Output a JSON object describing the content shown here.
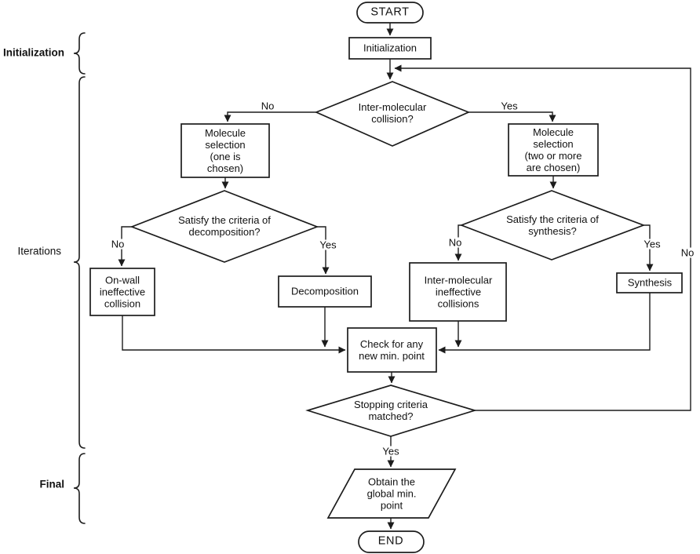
{
  "diagram": {
    "background_color": "#ffffff",
    "stroke_color": "#1c1c1c",
    "nodes": {
      "start": {
        "label": "START",
        "shape": "terminator"
      },
      "initialization": {
        "label": "Initialization",
        "shape": "process"
      },
      "inter_molecular_collision": {
        "label": "Inter-molecular\ncollision?",
        "shape": "decision"
      },
      "molecule_selection_one": {
        "label": "Molecule\nselection\n(one is\nchosen)",
        "shape": "process"
      },
      "molecule_selection_two": {
        "label": "Molecule\nselection\n(two or more\nare chosen)",
        "shape": "process"
      },
      "criteria_decomposition": {
        "label": "Satisfy the criteria of\ndecomposition?",
        "shape": "decision"
      },
      "on_wall_ineffective_collision": {
        "label": "On-wall\nineffective\ncollision",
        "shape": "process"
      },
      "decomposition": {
        "label": "Decomposition",
        "shape": "process"
      },
      "criteria_synthesis": {
        "label": "Satisfy the criteria of\nsynthesis?",
        "shape": "decision"
      },
      "inter_molecular_ineffective_collisions": {
        "label": "Inter-molecular\nineffective\ncollisions",
        "shape": "process"
      },
      "synthesis": {
        "label": "Synthesis",
        "shape": "process"
      },
      "check_new_min_point": {
        "label": "Check for any\nnew min. point",
        "shape": "process"
      },
      "stopping_criteria": {
        "label": "Stopping criteria\nmatched?",
        "shape": "decision"
      },
      "obtain_global_min": {
        "label": "Obtain the\nglobal min.\npoint",
        "shape": "input_output"
      },
      "end": {
        "label": "END",
        "shape": "terminator"
      }
    },
    "edge_labels": {
      "collision_no": "No",
      "collision_yes": "Yes",
      "decomposition_no": "No",
      "decomposition_yes": "Yes",
      "synthesis_no": "No",
      "synthesis_yes": "Yes",
      "stopping_yes": "Yes",
      "stopping_no": "No"
    },
    "phase_labels": {
      "initialization": "Initialization",
      "iterations": "Iterations",
      "final": "Final"
    }
  }
}
